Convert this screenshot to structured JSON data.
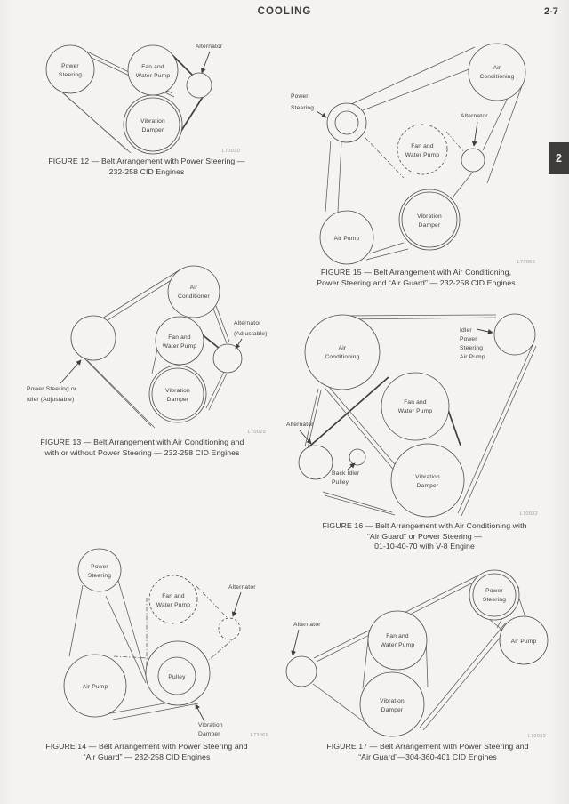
{
  "page": {
    "title": "COOLING",
    "page_number": "2-7",
    "section_tab": "2",
    "paper_color": "#f4f3f1",
    "ink_color": "#3d3d3d"
  },
  "figures": [
    {
      "id": "figure-12",
      "code": "L70030",
      "caption": [
        "FIGURE 12 — Belt Arrangement with Power Steering —",
        "232-258 CID Engines"
      ],
      "labels": {
        "power_steering": [
          "Power",
          "Steering"
        ],
        "fan_water_pump": [
          "Fan and",
          "Water Pump"
        ],
        "alternator": [
          "Alternator"
        ],
        "vibration_damper": [
          "Vibration",
          "Damper"
        ]
      }
    },
    {
      "id": "figure-13",
      "code": "L70029",
      "caption": [
        "FIGURE 13 — Belt Arrangement with Air Conditioning and",
        "with or without Power Steering — 232-258 CID Engines"
      ],
      "labels": {
        "air_conditioner": [
          "Air",
          "Conditioner"
        ],
        "power_steering_idler": [
          "Power Steering or",
          "Idler (Adjustable)"
        ],
        "fan_water_pump": [
          "Fan and",
          "Water Pump"
        ],
        "alternator_adjustable": [
          "Alternator",
          "(Adjustable)"
        ],
        "vibration_damper": [
          "Vibration",
          "Damper"
        ]
      }
    },
    {
      "id": "figure-14",
      "code": "L73069",
      "caption": [
        "FIGURE 14 — Belt Arrangement with Power Steering and",
        "“Air Guard” — 232-258 CID Engines"
      ],
      "labels": {
        "power_steering": [
          "Power",
          "Steering"
        ],
        "fan_water_pump": [
          "Fan and",
          "Water Pump"
        ],
        "alternator": [
          "Alternator"
        ],
        "air_pump": [
          "Air Pump"
        ],
        "pulley": [
          "Pulley"
        ],
        "vibration_damper": [
          "Vibration",
          "Damper"
        ]
      }
    },
    {
      "id": "figure-15",
      "code": "L73068",
      "caption": [
        "FIGURE 15 — Belt Arrangement with Air Conditioning,",
        "Power Steering and “Air Guard” — 232-258 CID Engines"
      ],
      "labels": {
        "air_conditioning": [
          "Air",
          "Conditioning"
        ],
        "power_steering": [
          "Power",
          "Steering"
        ],
        "fan_water_pump": [
          "Fan and",
          "Water Pump"
        ],
        "alternator": [
          "Alternator"
        ],
        "air_pump": [
          "Air Pump"
        ],
        "vibration_damper": [
          "Vibration",
          "Damper"
        ]
      }
    },
    {
      "id": "figure-16",
      "code": "L70032",
      "caption": [
        "FIGURE 16 — Belt Arrangement with Air Conditioning with",
        "“Air Guard” or Power Steering —",
        "01-10-40-70 with V-8 Engine"
      ],
      "labels": {
        "air_conditioning": [
          "Air",
          "Conditioning"
        ],
        "idler_power_steering_air_pump": [
          "Idler",
          "Power",
          "Steering",
          "Air Pump"
        ],
        "fan_water_pump": [
          "Fan and",
          "Water Pump"
        ],
        "alternator": [
          "Alternator"
        ],
        "back_idler_pulley": [
          "Back Idler",
          "Pulley"
        ],
        "vibration_damper": [
          "Vibration",
          "Damper"
        ]
      }
    },
    {
      "id": "figure-17",
      "code": "L70033",
      "caption": [
        "FIGURE 17 — Belt Arrangement with Power Steering and",
        "“Air Guard”—304-360-401 CID Engines"
      ],
      "labels": {
        "alternator": [
          "Alternator"
        ],
        "fan_water_pump": [
          "Fan and",
          "Water Pump"
        ],
        "vibration_damper": [
          "Vibration",
          "Damper"
        ],
        "power_steering": [
          "Power",
          "Steering"
        ],
        "air_pump": [
          "Air Pump"
        ]
      }
    }
  ]
}
